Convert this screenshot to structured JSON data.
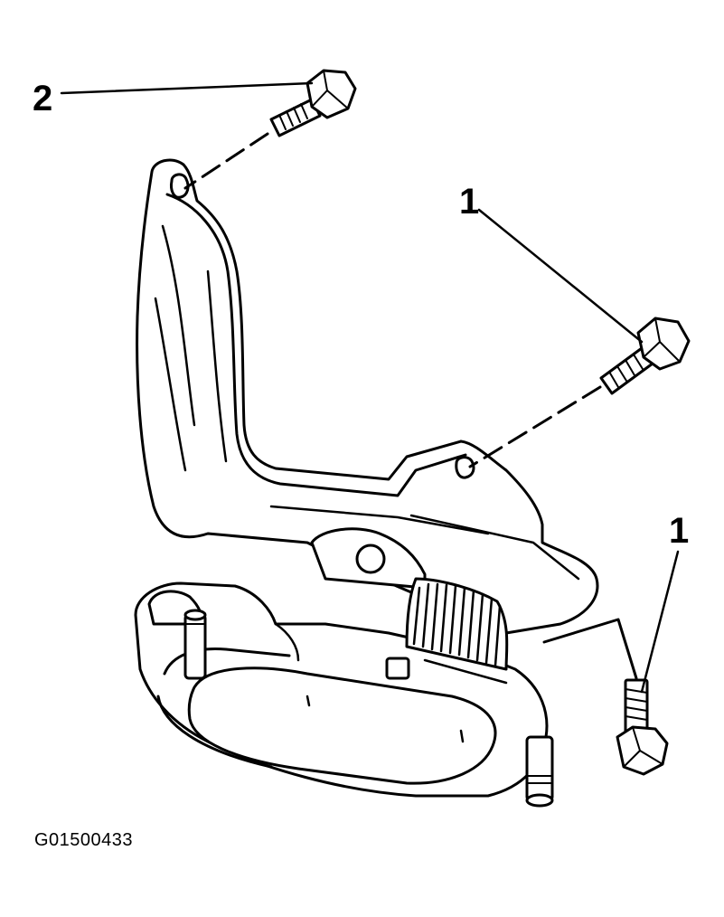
{
  "callouts": {
    "top_left": "2",
    "upper_right": "1",
    "lower_right": "1"
  },
  "figure_id": "G01500433"
}
